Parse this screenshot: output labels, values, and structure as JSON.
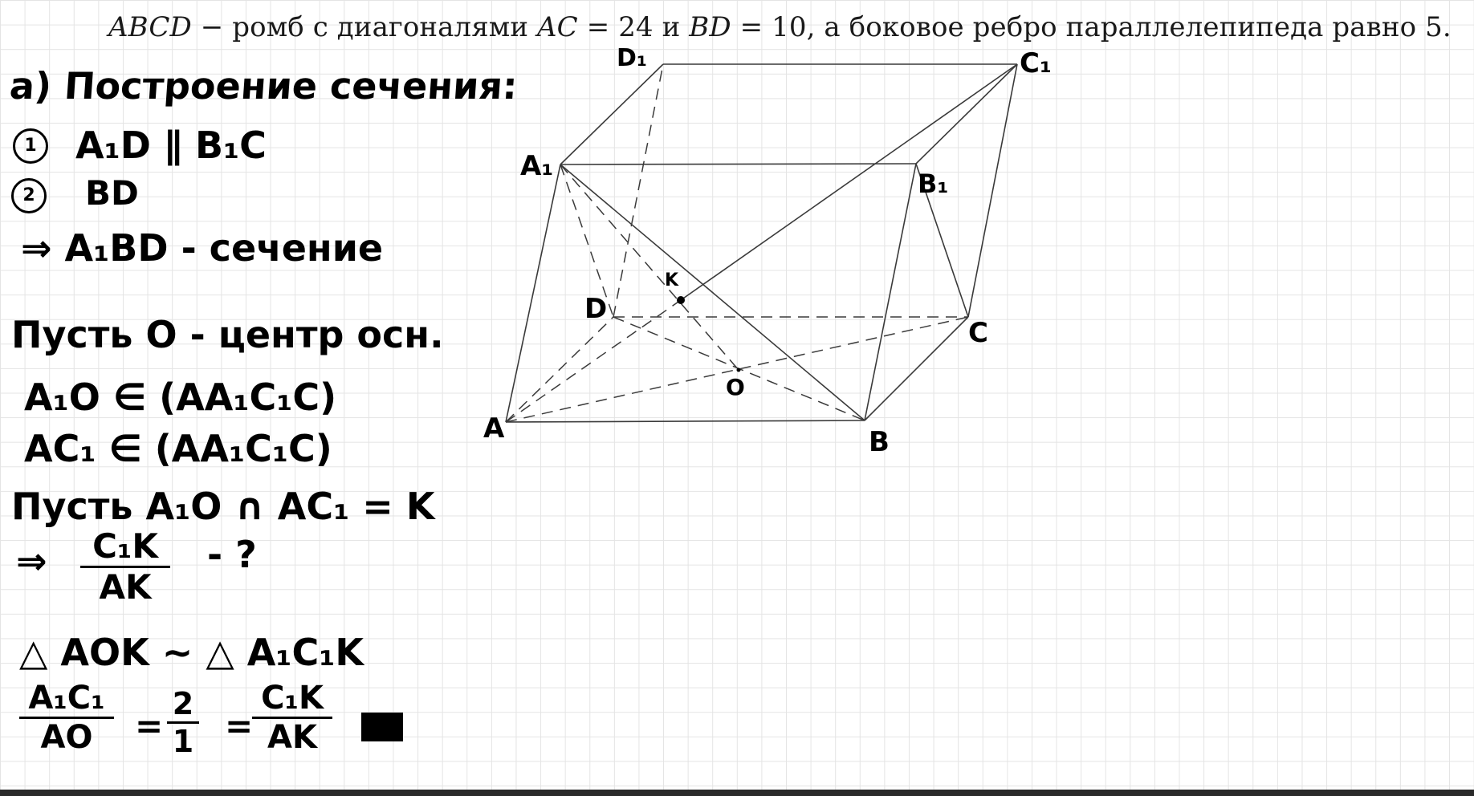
{
  "problem": {
    "line": "ABCD − ромб с диагоналями AC = 24 и BD = 10, а боковое ребро параллелепипеда равно 5.",
    "part1_italic": "ABCD",
    "part2": " − ромб с диагоналями ",
    "part3_italic": "AC",
    "part4": " = 24 и ",
    "part5_italic": "BD",
    "part6": " = 10, а боковое ребро параллелепипеда равно 5."
  },
  "notes": {
    "heading": "а) Построение сечения:",
    "step1_num": "1",
    "step1_text": "A₁D  ∥ B₁C",
    "step2_num": "2",
    "step2_text": "BD",
    "conclusion": "⇒ A₁BD - сечение",
    "let_o": "Пусть O - центр осн.",
    "a1o_in": "A₁O  ∈ (AA₁C₁C)",
    "ac1_in": "AC₁  ∈ (AA₁C₁C)",
    "let_k": "Пусть  A₁O ∩ AC₁ = K",
    "ratio_prefix": "⇒",
    "ratio_num": "C₁K",
    "ratio_den": "AK",
    "ratio_suffix": "- ?",
    "similar": "△ AOK ~ △ A₁C₁K",
    "eq_frac1_num": "A₁C₁",
    "eq_frac1_den": "AO",
    "eq_sign1": "=",
    "eq_frac2_num": "2",
    "eq_frac2_den": "1",
    "eq_sign2": "=",
    "eq_frac3_num": "C₁K",
    "eq_frac3_den": "AK"
  },
  "figure": {
    "labels": {
      "A": "A",
      "B": "B",
      "C": "C",
      "D": "D",
      "A1": "A₁",
      "B1": "B₁",
      "C1": "C₁",
      "D1": "D₁",
      "K": "K",
      "O": "O"
    },
    "line_color": "#3a3a3a"
  }
}
